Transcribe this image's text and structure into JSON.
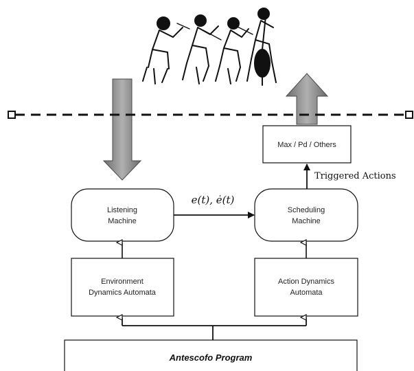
{
  "diagram": {
    "listening_machine": {
      "line1": "Listening",
      "line2": "Machine"
    },
    "scheduling_machine": {
      "line1": "Scheduling",
      "line2": "Machine"
    },
    "environment_automata": {
      "line1": "Environment",
      "line2": "Dynamics Automata"
    },
    "action_automata": {
      "line1": "Action Dynamics",
      "line2": "Automata"
    },
    "output_box": "Max / Pd / Others",
    "edge_label": "e(t), ė(t)",
    "triggered_actions": "Triggered Actions",
    "program": "Antescofo Program",
    "musicians_icon": "string-quartet-illustration",
    "colors": {
      "arrow_fill": "#8c8c8c",
      "stroke": "#111111",
      "background": "#ffffff"
    }
  }
}
